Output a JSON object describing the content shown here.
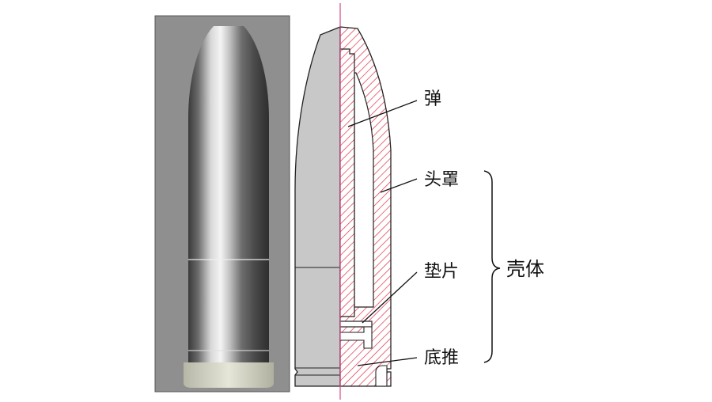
{
  "labels": {
    "projectile": "弹",
    "head_cover": "头罩",
    "gasket": "垫片",
    "shell": "壳体",
    "base_pusher": "底推"
  },
  "colors": {
    "photo_bg": "#8f8f8f",
    "body_gray": "#c8c8c8",
    "hatch_red": "#e0304a",
    "centerline": "#d24b8a",
    "outline": "#222222"
  }
}
